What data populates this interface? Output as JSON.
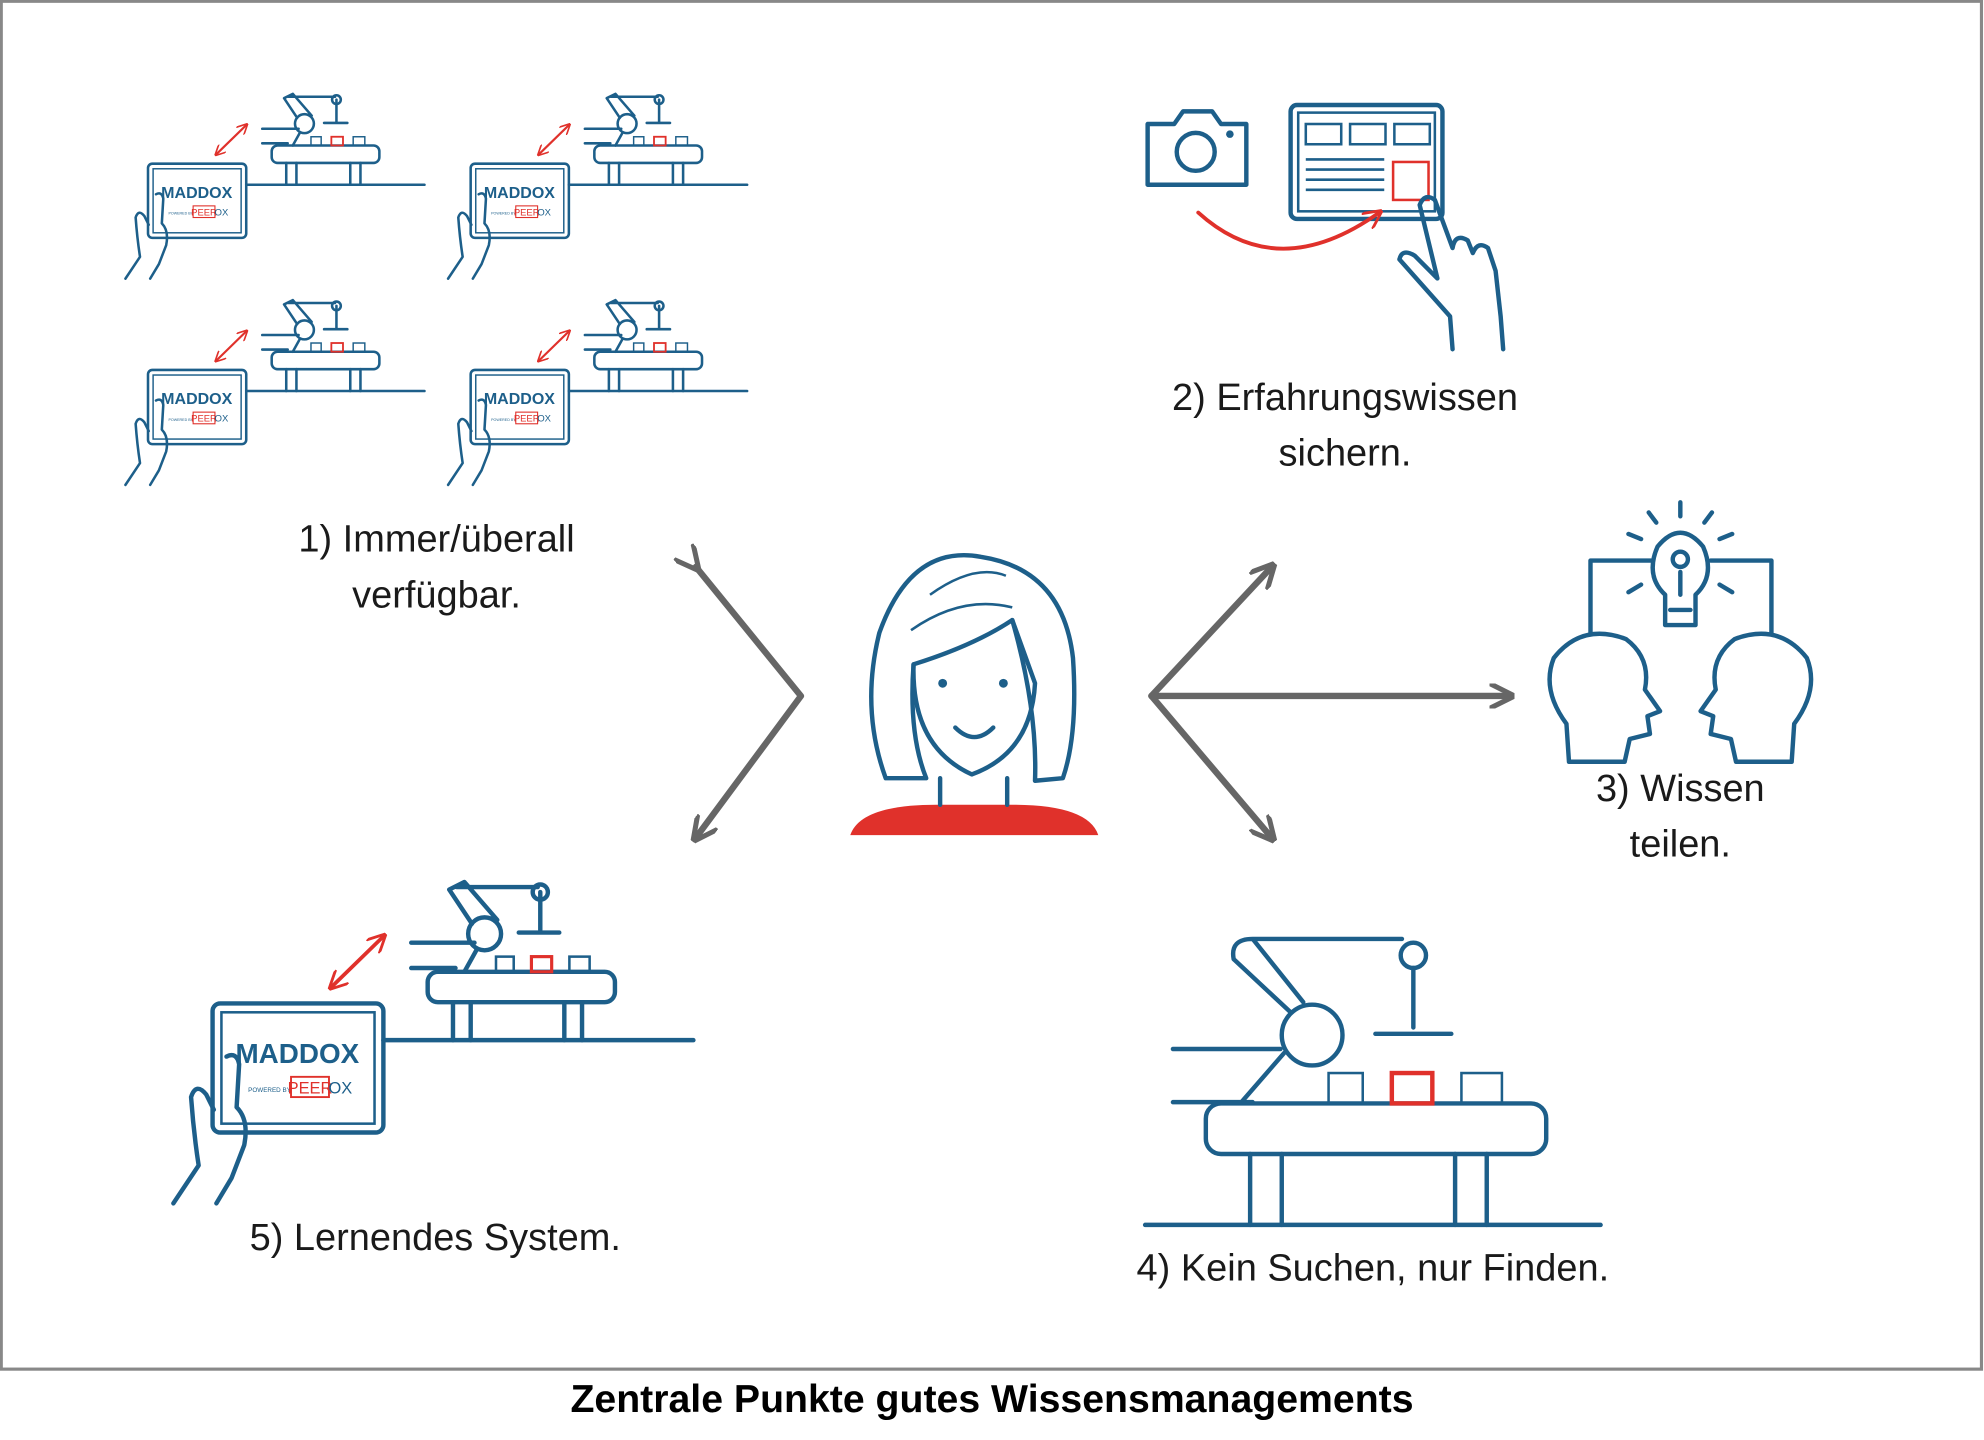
{
  "caption": "Zentrale Punkte gutes Wissensmanagements",
  "points": [
    {
      "line1": "1) Immer/überall",
      "line2": "verfügbar."
    },
    {
      "line1": "2) Erfahrungswissen",
      "line2": "sichern."
    },
    {
      "line1": "3) Wissen",
      "line2": "teilen."
    },
    {
      "line1": "4) Kein Suchen, nur Finden."
    },
    {
      "line1": "5) Lernendes System."
    }
  ],
  "logo": {
    "name": "MADDOX",
    "powered_by": "POWERED BY",
    "brand": "PEEROX"
  },
  "colors": {
    "icon_blue": "#1d5f8a",
    "accent_red": "#e0312b",
    "arrow_gray": "#666666",
    "frame_gray": "#888888"
  }
}
